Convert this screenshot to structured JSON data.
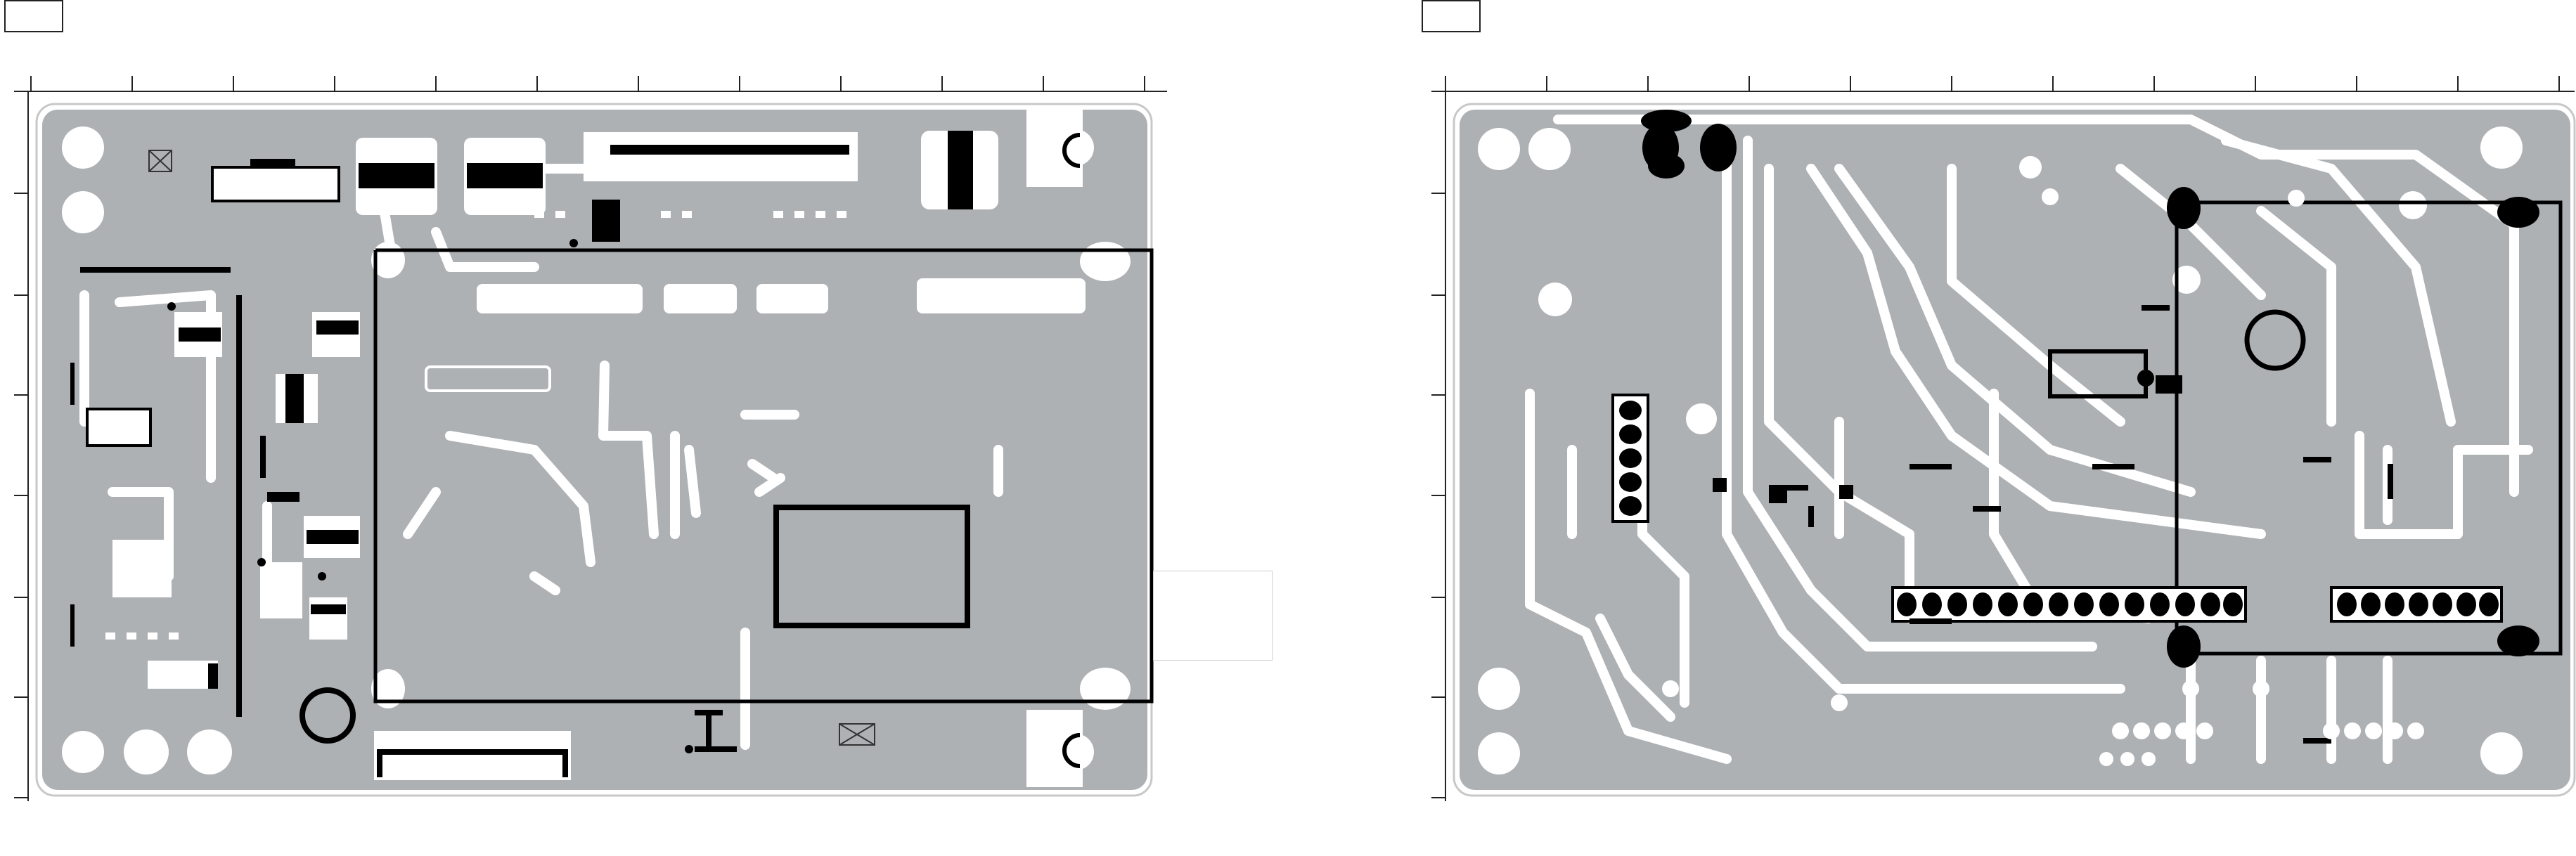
{
  "diagram": {
    "type": "pcb-layout",
    "panels": [
      {
        "id": "left-board",
        "label": ""
      },
      {
        "id": "right-board",
        "label": ""
      }
    ],
    "colors": {
      "board": "#adb1b4",
      "trace": "#ffffff",
      "component": "#000000",
      "frame": "#222222"
    }
  }
}
